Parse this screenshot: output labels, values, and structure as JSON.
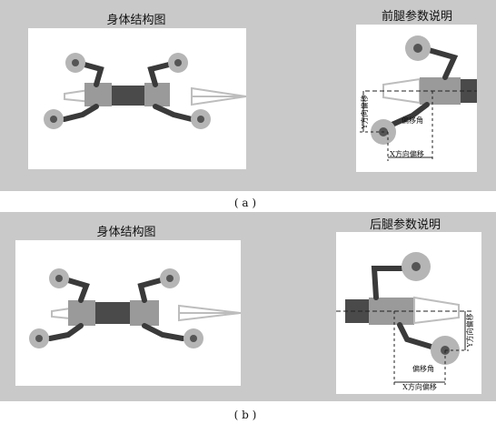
{
  "panel_a": {
    "body_title": "身体结构图",
    "detail_title": "前腿参数说明",
    "x_offset_label": "X方向偏移",
    "y_offset_label": "Y方向偏移",
    "angle_label": "偏移角",
    "caption": "( a )"
  },
  "panel_b": {
    "body_title": "身体结构图",
    "detail_title": "后腿参数说明",
    "x_offset_label": "X方向偏移",
    "y_offset_label": "Y方向偏移",
    "angle_label": "偏移角",
    "caption": "( b )"
  },
  "colors": {
    "panel_bg": "#c9c9c9",
    "link_dark": "#3a3a3a",
    "body_dark": "#4a4a4a",
    "frame_light": "#bdbdbd"
  },
  "icons": [
    "flower-foot-icon"
  ]
}
